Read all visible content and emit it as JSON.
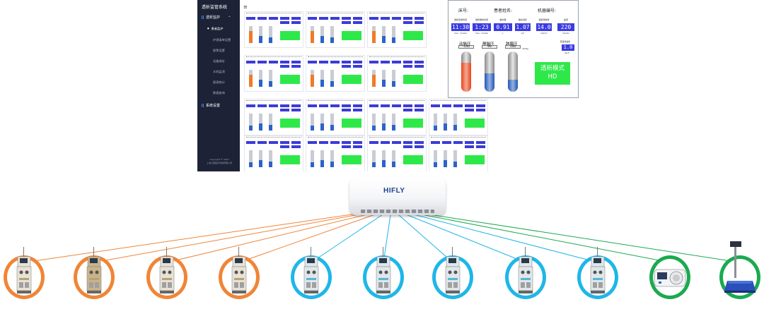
{
  "app": {
    "title": "透析监管系统",
    "nav": {
      "group1": "透析监护",
      "items": [
        "患者监护",
        "护理清单设置",
        "报警设置",
        "设备绑定",
        "水机监测",
        "报表统计",
        "数据查询"
      ],
      "group2": "系统设置"
    },
    "footer": [
      "Copyright © 2019",
      "上海九聚医疗科技有限公司"
    ]
  },
  "detail": {
    "bed_label": "床号:",
    "patient_label": "患者姓名:",
    "machine_label": "机器编号:",
    "readouts": [
      {
        "label": "透析完成时间",
        "value": "11:30",
        "unit": "hour : minute"
      },
      {
        "label": "透析剩余时间",
        "value": "1:23",
        "unit": "hour : minute"
      },
      {
        "label": "脱水量",
        "value": "0.91",
        "unit": "L"
      },
      {
        "label": "脱水目标",
        "value": "1.07",
        "unit": "L/h"
      },
      {
        "label": "透析液电导",
        "value": "14.0",
        "unit": "mS/cm"
      },
      {
        "label": "血流",
        "value": "220",
        "unit": "mL/min"
      }
    ],
    "pressures": [
      {
        "label": "动脉压",
        "value": "-140",
        "fill": 0.72,
        "color": "#e84318"
      },
      {
        "label": "静脉压",
        "value": "90",
        "fill": 0.45,
        "color": "#1f57b8"
      },
      {
        "label": "跨膜压",
        "value": "100",
        "fill": 0.3,
        "color": "#1f57b8"
      }
    ],
    "pressure_unit": "mmHg",
    "side_label": "肝素泵速率",
    "side_value": "1.0",
    "side_unit": "mL/h",
    "mode_line1": "透析模式",
    "mode_line2": "HD"
  },
  "hub": {
    "brand": "HIFLY"
  },
  "colors": {
    "orange": "#f08537",
    "blue": "#1fb6e8",
    "green": "#1aaa4f",
    "lcd": "#3b3be0",
    "mode": "#2ee84a"
  },
  "devices": [
    {
      "kind": "dialysis-machine",
      "ring": "orange"
    },
    {
      "kind": "dialysis-machine",
      "ring": "orange"
    },
    {
      "kind": "dialysis-machine",
      "ring": "orange"
    },
    {
      "kind": "dialysis-machine",
      "ring": "orange"
    },
    {
      "kind": "dialysis-machine",
      "ring": "blue"
    },
    {
      "kind": "dialysis-machine",
      "ring": "blue"
    },
    {
      "kind": "dialysis-machine",
      "ring": "blue"
    },
    {
      "kind": "dialysis-machine",
      "ring": "blue"
    },
    {
      "kind": "dialysis-machine",
      "ring": "blue"
    },
    {
      "kind": "blood-pressure-monitor",
      "ring": "green"
    },
    {
      "kind": "weighing-scale",
      "ring": "green"
    }
  ]
}
